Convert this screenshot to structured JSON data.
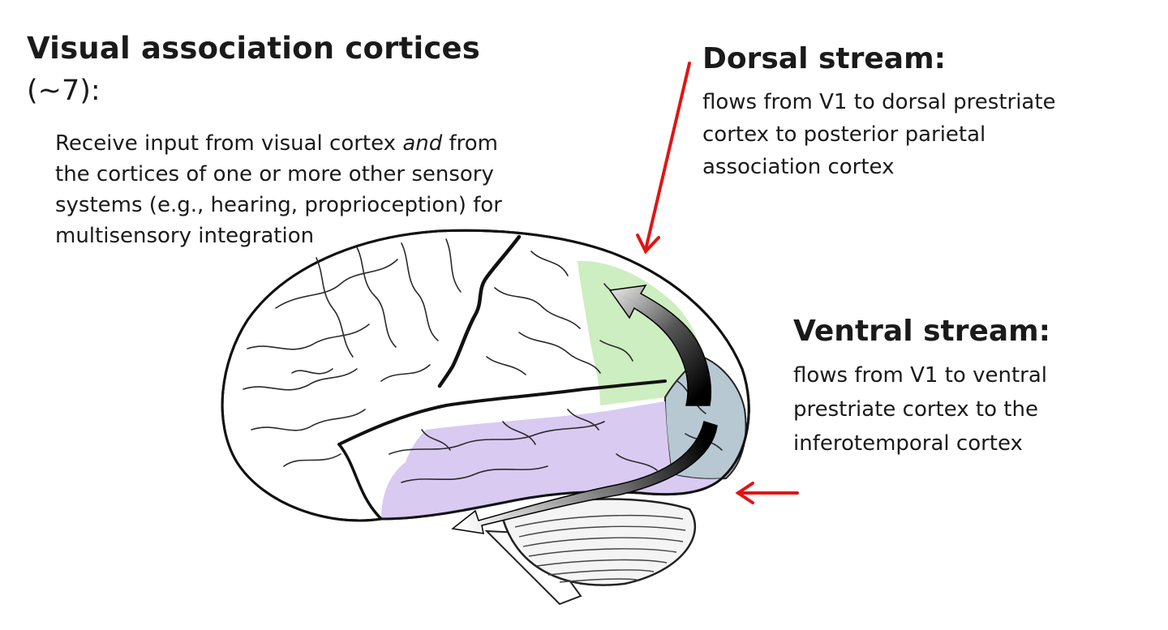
{
  "heading": {
    "title": "Visual association cortices",
    "count": "(~7):",
    "description_parts": [
      "Receive input from visual cortex ",
      "and",
      " from"
    ],
    "description_lines": [
      "the cortices of one or more other sensory",
      "systems (e.g., hearing, proprioception) for",
      "multisensory integration"
    ]
  },
  "dorsal_stream": {
    "title": "Dorsal stream:",
    "lines": [
      "flows from V1 to dorsal prestriate",
      "cortex to posterior parietal",
      "association cortex"
    ]
  },
  "ventral_stream": {
    "title": "Ventral stream:",
    "lines": [
      "flows from V1 to ventral",
      "prestriate cortex to the",
      "inferotemporal cortex"
    ]
  },
  "colors": {
    "dorsal_region": "#cdeec0",
    "ventral_region": "#d9caf2",
    "primary_visual_region": "#b8c8d2",
    "pointer_arrow": "#e01515",
    "brain_outline": "#111111"
  }
}
